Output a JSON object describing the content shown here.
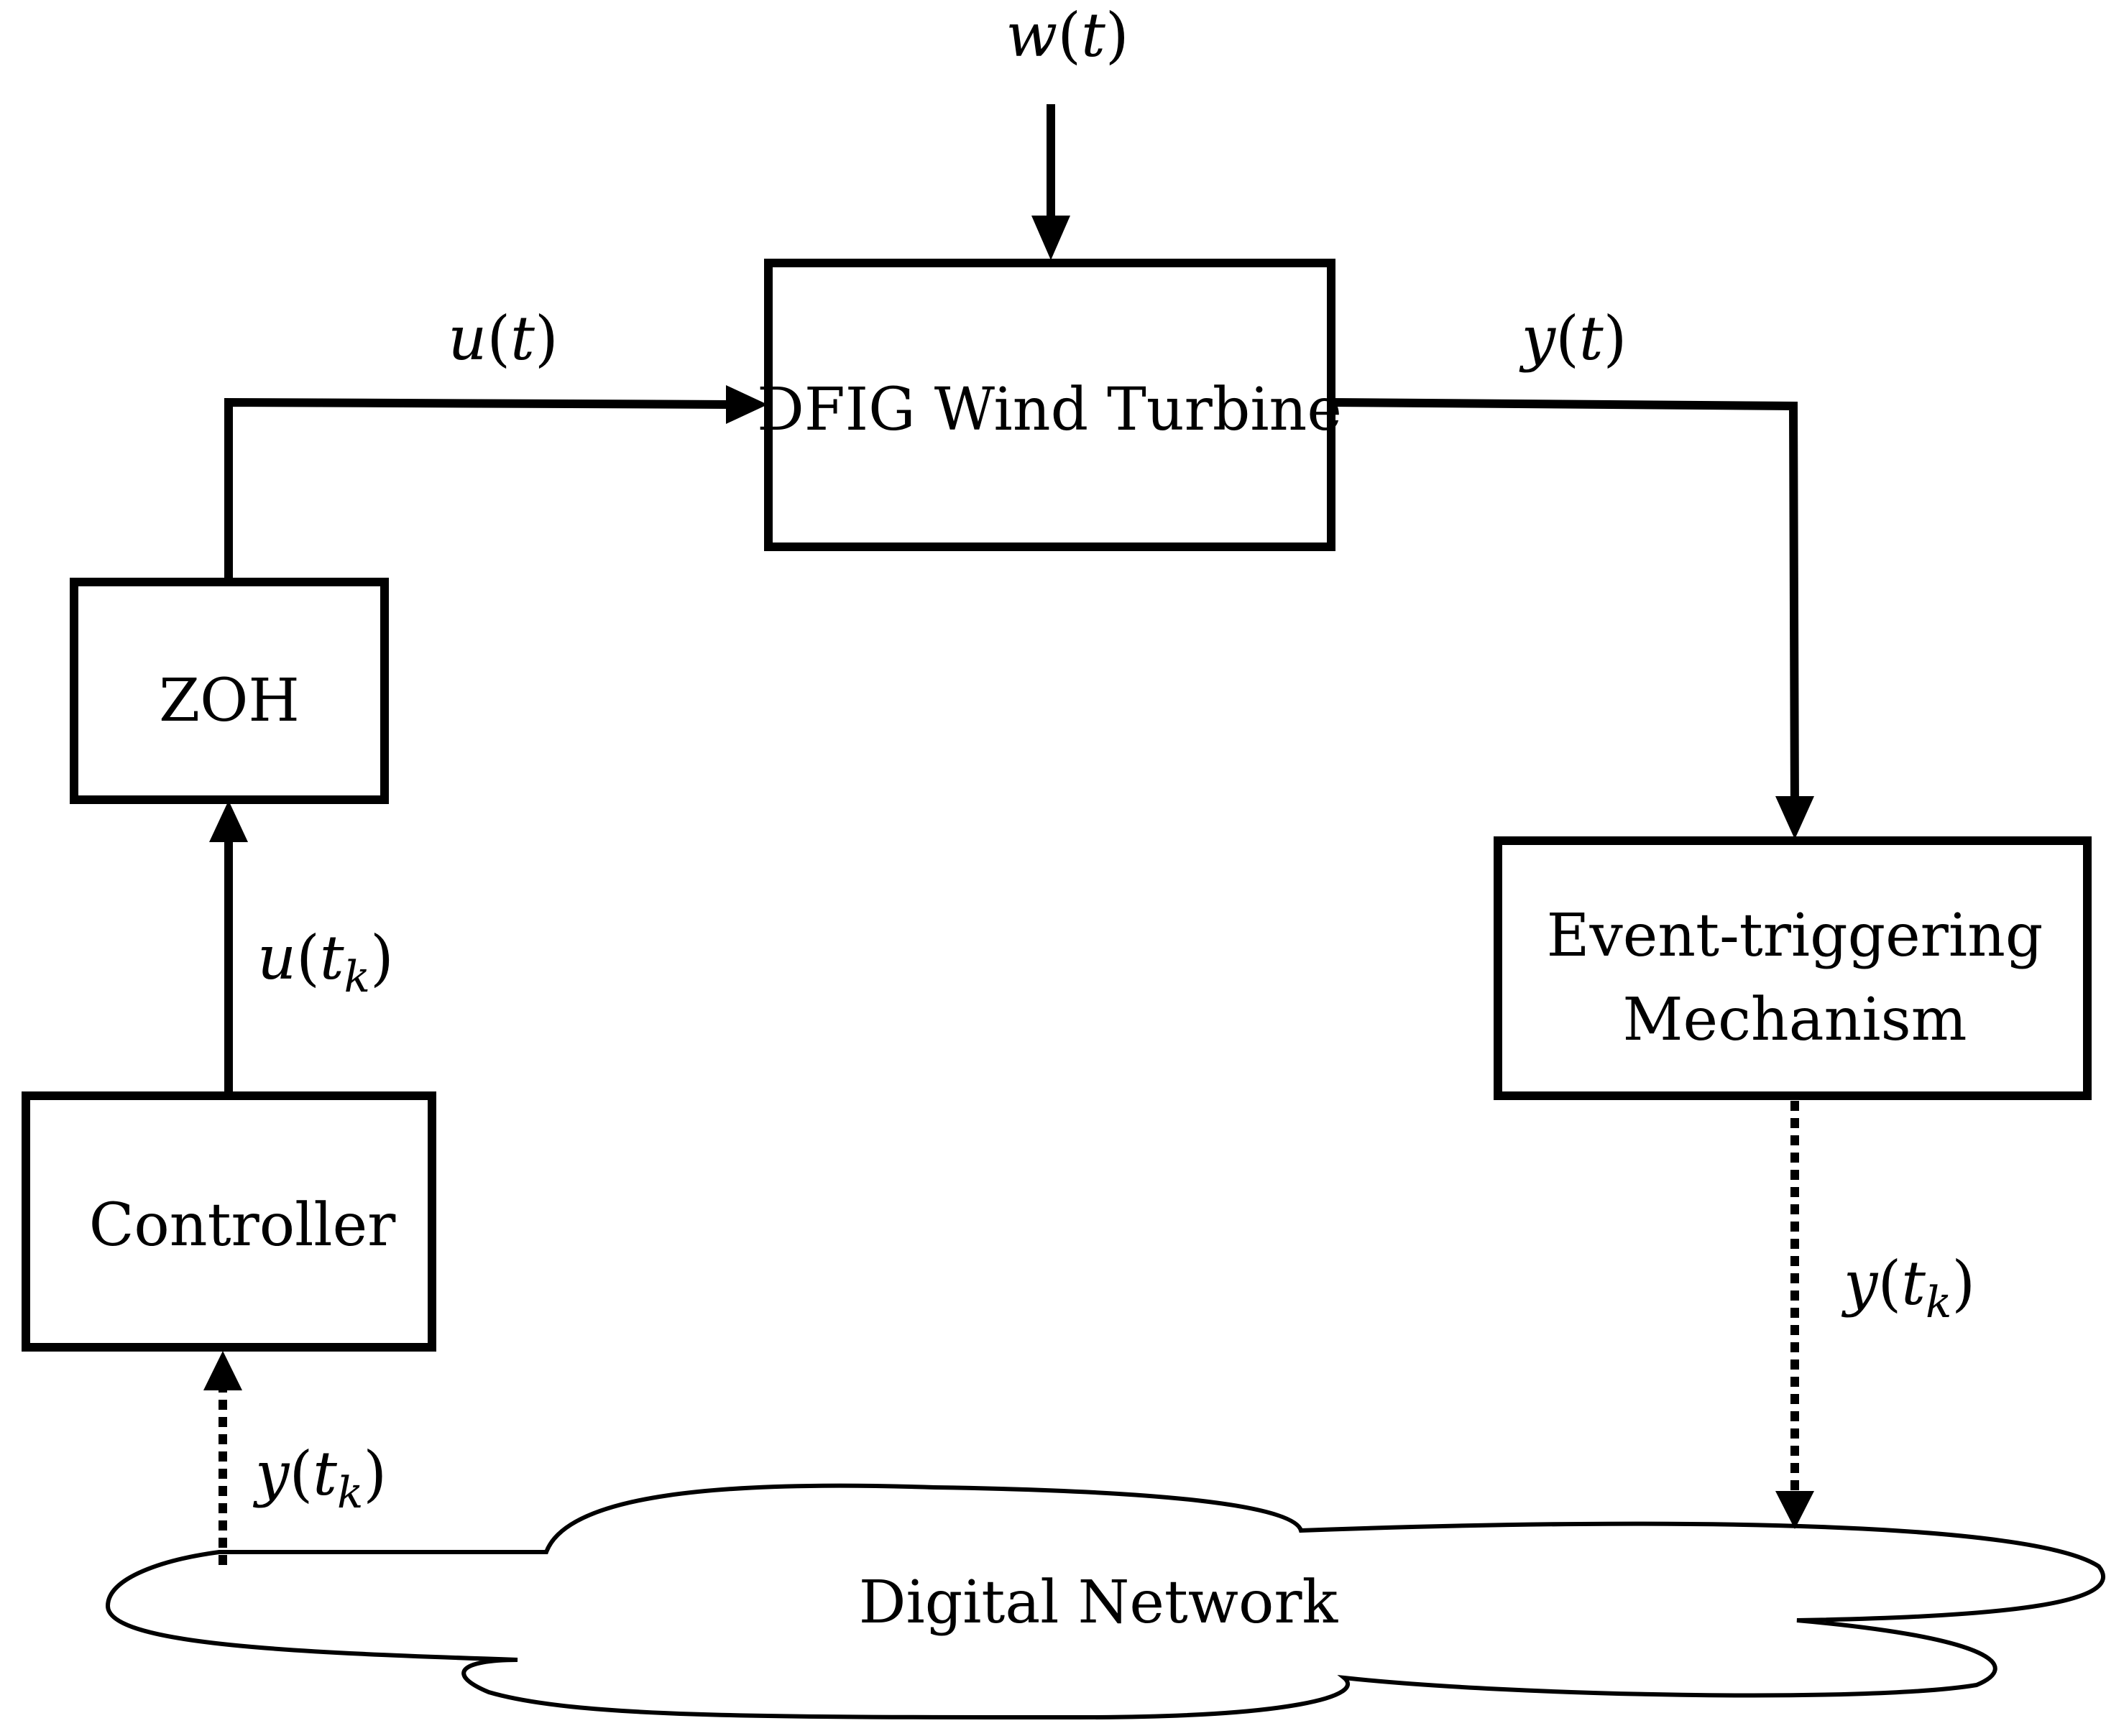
{
  "blocks": {
    "plant": "DFIG Wind Turbine",
    "zoh": "ZOH",
    "controller": "Controller",
    "etm_line1": "Event-triggering",
    "etm_line2": "Mechanism",
    "network": "Digital Network"
  },
  "signals": {
    "disturbance": {
      "var": "w",
      "arg": "t",
      "sub": ""
    },
    "plant_input": {
      "var": "u",
      "arg": "t",
      "sub": ""
    },
    "plant_output": {
      "var": "y",
      "arg": "t",
      "sub": ""
    },
    "controller_output": {
      "var": "u",
      "arg": "t",
      "sub": "k"
    },
    "etm_output": {
      "var": "y",
      "arg": "t",
      "sub": "k"
    },
    "network_output": {
      "var": "y",
      "arg": "t",
      "sub": "k"
    }
  }
}
